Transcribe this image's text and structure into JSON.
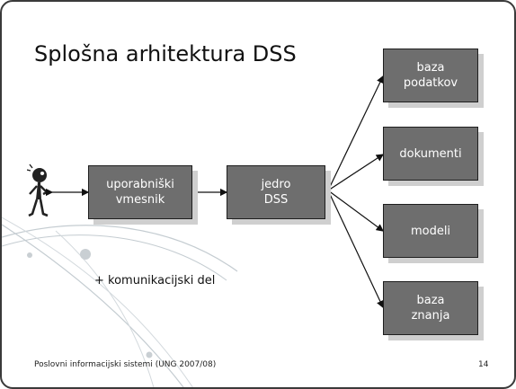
{
  "slide": {
    "title": "Splošna arhitektura DSS",
    "note": "+ komunikacijski del",
    "footer": "Poslovni informacijski sistemi (UNG 2007/08)",
    "page_number": "14"
  },
  "boxes": {
    "user_interface": "uporabniški\nvmesnik",
    "core": "jedro\nDSS",
    "database": "baza\npodatkov",
    "documents": "dokumenti",
    "models": "modeli",
    "knowledge_base": "baza\nznanja"
  },
  "colors": {
    "box_fill": "#6e6e6e",
    "box_shadow": "#cfcfcf",
    "box_text": "#ffffff",
    "decor_lines": "#b9c3c9"
  },
  "icons": {
    "user": "cartoon-person-icon"
  }
}
